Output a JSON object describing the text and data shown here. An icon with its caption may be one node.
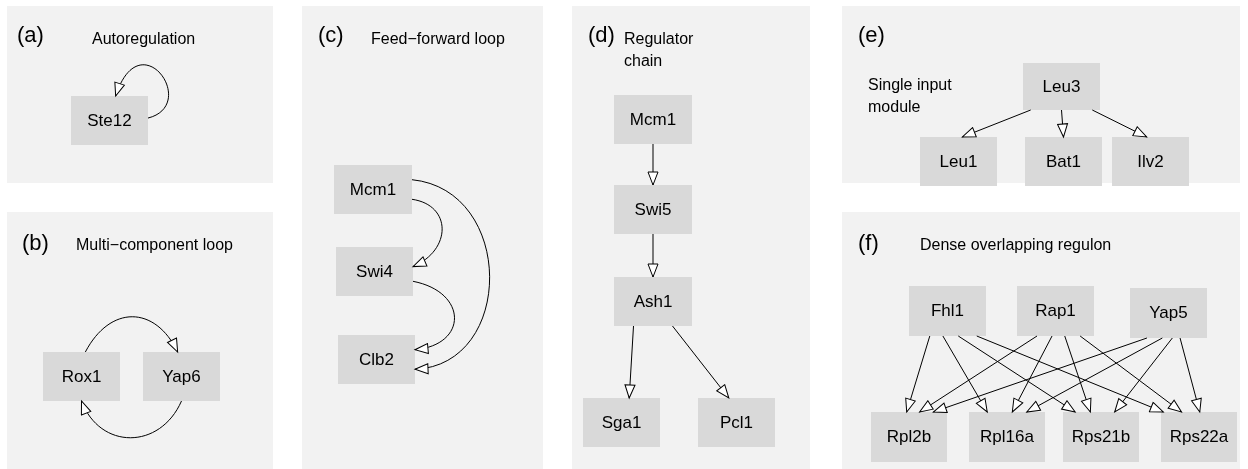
{
  "diagram": {
    "nodes": [
      {
        "text": [
          "(a)",
          "Autoregulation"
        ]
      },
      {
        "text": [
          "Ste12"
        ],
        "in": 0
      },
      {
        "text": [
          "(b)",
          "Multi−component loop"
        ]
      },
      {
        "text": [
          "Rox1"
        ],
        "in": 2
      },
      {
        "text": [
          "Yap6"
        ],
        "in": 2
      },
      {
        "text": [
          "(c)",
          "Feed−forward loop"
        ]
      },
      {
        "text": [
          "Mcm1"
        ],
        "in": 5
      },
      {
        "text": [
          "Swi4"
        ],
        "in": 5
      },
      {
        "text": [
          "Clb2"
        ],
        "in": 5
      },
      {
        "text": [
          "(d)",
          "Regulator chain"
        ]
      },
      {
        "text": [
          "Mcm1"
        ],
        "in": 9
      },
      {
        "text": [
          "Swi5"
        ],
        "in": 9
      },
      {
        "text": [
          "Ash1"
        ],
        "in": 9
      },
      {
        "text": [
          "Sga1"
        ],
        "in": 9
      },
      {
        "text": [
          "Pcl1"
        ],
        "in": 9
      },
      {
        "text": [
          "(e)",
          "Single input module"
        ]
      },
      {
        "text": [
          "Leu3"
        ],
        "in": 15
      },
      {
        "text": [
          "Leu1"
        ],
        "in": 15
      },
      {
        "text": [
          "Bat1"
        ],
        "in": 15
      },
      {
        "text": [
          "Ilv2"
        ],
        "in": 15
      },
      {
        "text": [
          "(f)",
          "Dense overlapping regulon"
        ]
      },
      {
        "text": [
          "Fhl1"
        ],
        "in": 20
      },
      {
        "text": [
          "Rap1"
        ],
        "in": 20
      },
      {
        "text": [
          "Yap5"
        ],
        "in": 20
      },
      {
        "text": [
          "Rpl2b"
        ],
        "in": 20
      },
      {
        "text": [
          "Rpl16a"
        ],
        "in": 20
      },
      {
        "text": [
          "Rps21b"
        ],
        "in": 20
      },
      {
        "text": [
          "Rps22a"
        ],
        "in": 20
      }
    ],
    "edges": [
      {
        "from": 1,
        "to": 1,
        "arrow": "to"
      },
      {
        "from": 3,
        "to": 4,
        "arrow": "to"
      },
      {
        "from": 4,
        "to": 3,
        "arrow": "to"
      },
      {
        "from": 6,
        "to": 7,
        "arrow": "to"
      },
      {
        "from": 7,
        "to": 8,
        "arrow": "to"
      },
      {
        "from": 6,
        "to": 8,
        "arrow": "to"
      },
      {
        "from": 10,
        "to": 11,
        "arrow": "to"
      },
      {
        "from": 11,
        "to": 12,
        "arrow": "to"
      },
      {
        "from": 12,
        "to": 13,
        "arrow": "to"
      },
      {
        "from": 12,
        "to": 14,
        "arrow": "to"
      },
      {
        "from": 16,
        "to": 17,
        "arrow": "to"
      },
      {
        "from": 16,
        "to": 18,
        "arrow": "to"
      },
      {
        "from": 16,
        "to": 19,
        "arrow": "to"
      },
      {
        "from": 21,
        "to": 24,
        "arrow": "to"
      },
      {
        "from": 21,
        "to": 25,
        "arrow": "to"
      },
      {
        "from": 21,
        "to": 26,
        "arrow": "to"
      },
      {
        "from": 21,
        "to": 27,
        "arrow": "to"
      },
      {
        "from": 22,
        "to": 24,
        "arrow": "to"
      },
      {
        "from": 22,
        "to": 25,
        "arrow": "to"
      },
      {
        "from": 22,
        "to": 26,
        "arrow": "to"
      },
      {
        "from": 22,
        "to": 27,
        "arrow": "to"
      },
      {
        "from": 23,
        "to": 24,
        "arrow": "to"
      },
      {
        "from": 23,
        "to": 25,
        "arrow": "to"
      },
      {
        "from": 23,
        "to": 26,
        "arrow": "to"
      },
      {
        "from": 23,
        "to": 27,
        "arrow": "to"
      }
    ]
  }
}
